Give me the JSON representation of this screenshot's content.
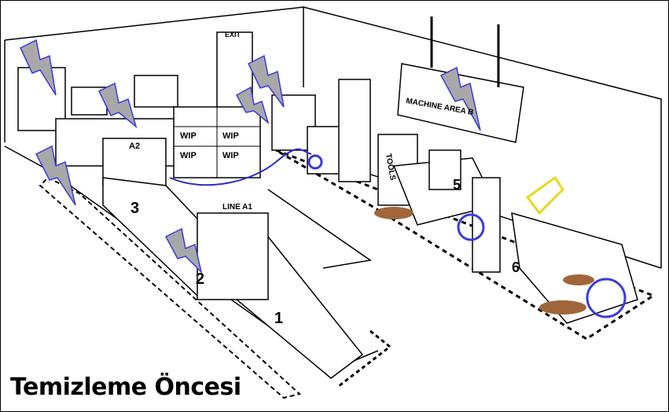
{
  "caption": "Temizleme Öncesi",
  "scene_labels": {
    "exit": "EXIT",
    "wip": "WIP",
    "line_a1": "LINE A1",
    "line_a2": "A2",
    "machine_area": "MACHINE AREA B",
    "tools": "TOOLS",
    "station_1": "1",
    "station_2": "2",
    "station_3": "3",
    "station_5": "5",
    "station_6": "6"
  },
  "colors": {
    "bolt_fill": "#a8a8a8",
    "bolt_stroke": "#3a3adc",
    "circle": "#3a3adc",
    "spill": "#a0663a",
    "cable": "#2a2ac8",
    "highlight": "#e8d820"
  }
}
